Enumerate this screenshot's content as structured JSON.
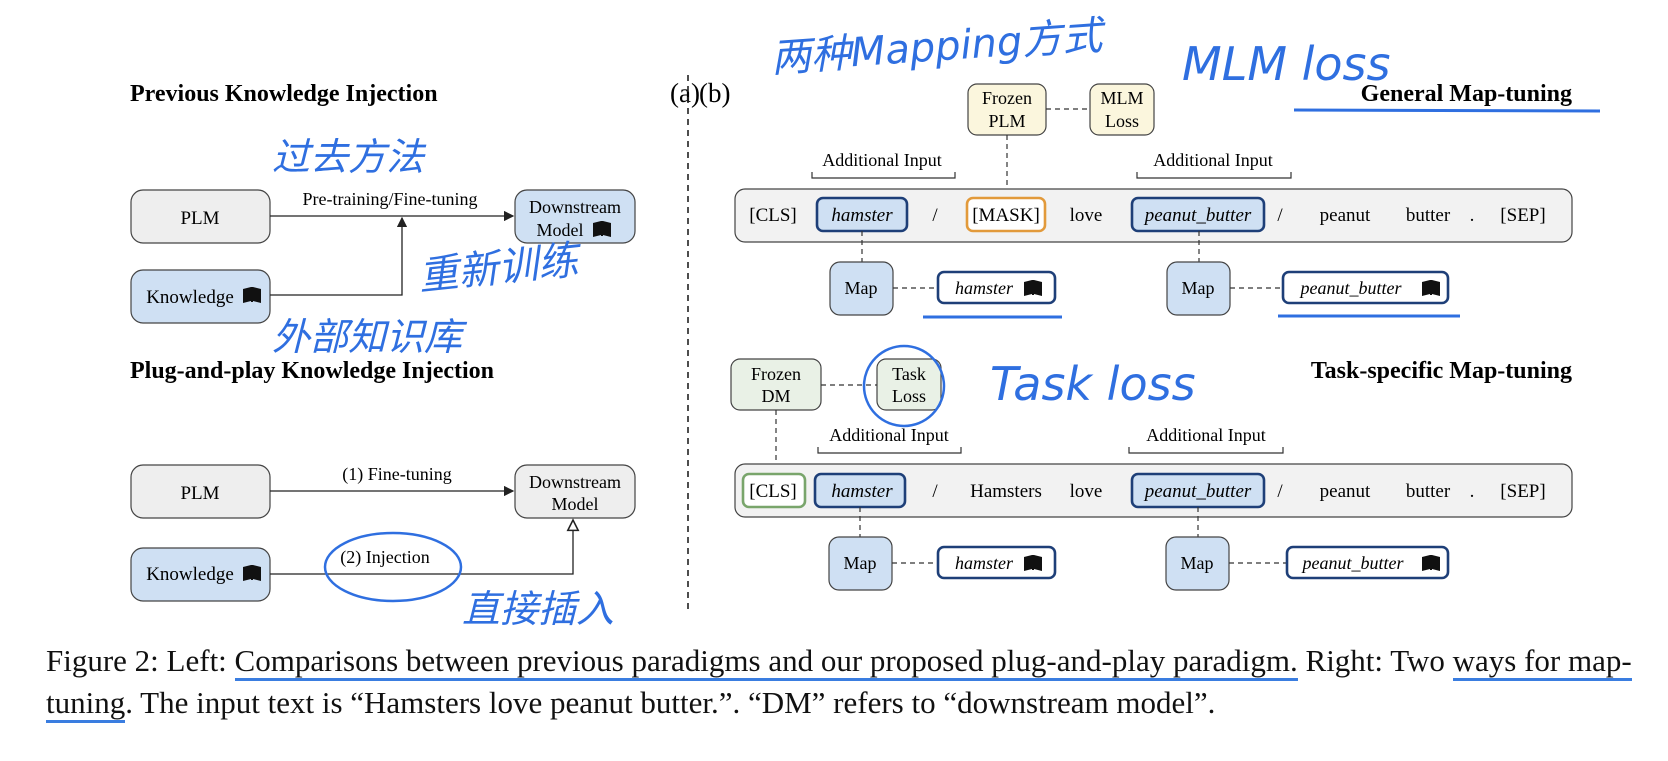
{
  "left": {
    "panel_label": "(a)",
    "previous": {
      "title": "Previous Knowledge Injection",
      "plm": "PLM",
      "knowledge": "Knowledge",
      "edge": "Pre-training/Fine-tuning",
      "downstream_line1": "Downstream",
      "downstream_line2": "Model"
    },
    "plugplay": {
      "title": "Plug-and-play Knowledge Injection",
      "plm": "PLM",
      "knowledge": "Knowledge",
      "edge1": "(1) Fine-tuning",
      "edge2": "(2) Injection",
      "downstream_line1": "Downstream",
      "downstream_line2": "Model"
    }
  },
  "right": {
    "panel_label": "(b)",
    "general": {
      "title": "General Map-tuning",
      "frozen_line1": "Frozen",
      "frozen_line2": "PLM",
      "loss_line1": "MLM",
      "loss_line2": "Loss",
      "additional_input_1": "Additional Input",
      "additional_input_2": "Additional Input",
      "tokens": [
        "[CLS]",
        "hamster",
        "/",
        "[MASK]",
        "love",
        "peanut_butter",
        "/",
        "peanut",
        "butter",
        ".",
        "[SEP]"
      ],
      "map1": "Map",
      "map2": "Map",
      "kb1": "hamster",
      "kb2": "peanut_butter"
    },
    "task": {
      "title": "Task-specific Map-tuning",
      "frozen_line1": "Frozen",
      "frozen_line2": "DM",
      "loss_line1": "Task",
      "loss_line2": "Loss",
      "additional_input_1": "Additional Input",
      "additional_input_2": "Additional Input",
      "tokens": [
        "[CLS]",
        "hamster",
        "/",
        "Hamsters",
        "love",
        "peanut_butter",
        "/",
        "peanut",
        "butter",
        ".",
        "[SEP]"
      ],
      "map1": "Map",
      "map2": "Map",
      "kb1": "hamster",
      "kb2": "peanut_butter"
    }
  },
  "annotations": {
    "two_mapping": "两种Mapping方式",
    "mlm_loss": "MLM loss",
    "past_method": "过去方法",
    "retrain": "重新训练",
    "external_kb": "外部知识库",
    "task_loss": "Task loss",
    "direct_insert": "直接插入"
  },
  "caption": {
    "prefix": "Figure 2: Left: ",
    "underlined1": "Comparisons between previous paradigms and our proposed plug-and-play paradigm.",
    "middle": " Right: Two ",
    "underlined2": "ways for map-tuning",
    "rest": ". The input text is “Hamsters love peanut butter.”. “DM” refers to “downstream model”."
  },
  "colors": {
    "blue_fill": "#cfe0f3",
    "gray_fill": "#eeeeee",
    "yellow_fill": "#fbf6dd",
    "green_fill": "#e9f1e6",
    "dark_blue": "#1e3f78",
    "orange": "#e29a3b",
    "green": "#79a56b",
    "ink": "#3a7de0"
  }
}
